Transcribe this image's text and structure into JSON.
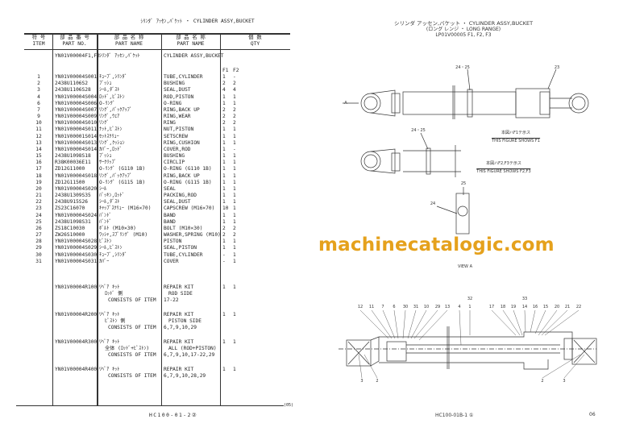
{
  "left_page": {
    "title": "ｼﾘﾝﾀﾞ ｱｯｾﾝ,ﾊﾞｹｯﾄ  ・  CYLINDER ASSY,BUCKET",
    "headers": {
      "item_jp": "符 号",
      "item": "ITEM",
      "partno_jp": "部 品 番 号",
      "partno": "PART NO.",
      "name_jp_jp": "部 品 名 称",
      "name_jp": "PART NAME",
      "name_en_jp": "部 品 名 称",
      "name_en": "PART NAME",
      "qty_jp": "個 数",
      "qty": "QTY"
    },
    "assembly": {
      "part_no": "YN01V00004F1,F2",
      "name_jp": "ｼﾘﾝﾀﾞ ｱｯｾﾝ,ﾊﾞｹｯﾄ",
      "name_en": "CYLINDER ASSY,BUCKET"
    },
    "qty_cols": [
      "F1",
      "F2"
    ],
    "rows": [
      [
        "1",
        "YN01V00004S001",
        "ﾁｭｰﾌﾞ,ｼﾘﾝﾀﾞ",
        "TUBE,CYLINDER",
        "1",
        "-"
      ],
      [
        "2",
        "2438U1106S2",
        "ﾌﾞｯｼｭ",
        "BUSHING",
        "2",
        "2"
      ],
      [
        "3",
        "2438U1106S28",
        "ｼｰﾙ,ﾀﾞｽﾄ",
        "SEAL,DUST",
        "4",
        "4"
      ],
      [
        "4",
        "YN01V00004S004",
        "ﾛｯﾄﾞ,ﾋﾟｽﾄﾝ",
        "ROD,PISTON",
        "1",
        "1"
      ],
      [
        "6",
        "YN01V00004S006",
        "O-ﾘﾝｸﾞ",
        "O-RING",
        "1",
        "1"
      ],
      [
        "7",
        "YN01V00004S007",
        "ﾘﾝｸﾞ,ﾊﾞｯｸｱｯﾌﾟ",
        "RING,BACK UP",
        "2",
        "2"
      ],
      [
        "9",
        "YN01V00004S009",
        "ﾘﾝｸﾞ,ｳｪｱ",
        "RING,WEAR",
        "2",
        "2"
      ],
      [
        "10",
        "YN01V00004S010",
        "ﾘﾝｸﾞ",
        "RING",
        "2",
        "2"
      ],
      [
        "11",
        "YN01V00004S011",
        "ﾅｯﾄ,ﾋﾟｽﾄﾝ",
        "NUT,PISTON",
        "1",
        "1"
      ],
      [
        "12",
        "YN01V00001S014",
        "ｾｯﾄｽｸﾘｭｰ",
        "SETSCREW",
        "1",
        "1"
      ],
      [
        "13",
        "YN01V00004S013",
        "ﾘﾝｸﾞ,ｸｯｼｮﾝ",
        "RING,CUSHION",
        "1",
        "1"
      ],
      [
        "14",
        "YN01V00004S014",
        "ｶﾊﾞｰ,ﾛｯﾄﾞ",
        "COVER,ROD",
        "1",
        "-"
      ],
      [
        "15",
        "2438U1098S18",
        "ﾌﾞｯｼｭ",
        "BUSHING",
        "1",
        "1"
      ],
      [
        "16",
        "R38K00036E11",
        "ｻｰｸﾘｯﾌﾟ",
        "CIRCLIP",
        "1",
        "1"
      ],
      [
        "17",
        "ZD12G11000",
        "O-ﾘﾝｸﾞ (G110 1B)",
        "O-RING (G110 1B)",
        "1",
        "1"
      ],
      [
        "18",
        "YN01V00004S018",
        "ﾘﾝｸﾞ,ﾊﾞｯｸｱｯﾌﾟ",
        "RING,BACK UP",
        "1",
        "1"
      ],
      [
        "19",
        "ZD12G11500",
        "O-ﾘﾝｸﾞ (G115 1B)",
        "O-RING (G115 1B)",
        "1",
        "1"
      ],
      [
        "20",
        "YN01V00004S020",
        "ｼｰﾙ",
        "SEAL",
        "1",
        "1"
      ],
      [
        "21",
        "2438U1309S35",
        "ﾊﾟｯｷﾝ,ﾛｯﾄﾞ",
        "PACKING,ROD",
        "1",
        "1"
      ],
      [
        "22",
        "2438U915S26",
        "ｼｰﾙ,ﾀﾞｽﾄ",
        "SEAL,DUST",
        "1",
        "1"
      ],
      [
        "23",
        "ZS23C16070",
        "ｷｬｯﾌﾟｽｸﾘｭｰ (M16×70)",
        "CAPSCREW (M16×70)",
        "10",
        "1"
      ],
      [
        "24",
        "YN01V00004S024",
        "ﾊﾞﾝﾄﾞ",
        "BAND",
        "1",
        "1"
      ],
      [
        "25",
        "2438U1098S31",
        "ﾊﾞﾝﾄﾞ",
        "BAND",
        "1",
        "1"
      ],
      [
        "26",
        "ZS18C10030",
        "ﾎﾞﾙﾄ (M10×30)",
        "BOLT (M10×30)",
        "2",
        "2"
      ],
      [
        "27",
        "ZW26S10000",
        "ﾜｯｼｬ,ｽﾌﾟﾘﾝｸﾞ (M10)",
        "WASHER,SPRING (M10)",
        "2",
        "2"
      ],
      [
        "28",
        "YN01V00004S028",
        "ﾋﾟｽﾄﾝ",
        "PISTON",
        "1",
        "1"
      ],
      [
        "29",
        "YN01V00004S029",
        "ｼｰﾙ,ﾋﾟｽﾄﾝ",
        "SEAL,PISTON",
        "1",
        "1"
      ],
      [
        "30",
        "YN01V00004S030",
        "ﾁｭｰﾌﾞ,ｼﾘﾝﾀﾞ",
        "TUBE,CYLINDER",
        "-",
        "1"
      ],
      [
        "31",
        "YN01V00004S031",
        "ｶﾊﾞｰ",
        "COVER",
        "-",
        "1"
      ]
    ],
    "kits": [
      {
        "part_no": "YN01V00004R100",
        "jp": [
          "ﾘﾍﾟｱ ｷｯﾄ",
          "ﾛｯﾄﾞ 側"
        ],
        "en": [
          "REPAIR KIT",
          "ROD SIDE"
        ],
        "consists_label": "CONSISTS OF ITEM",
        "items": "17-22",
        "f1": "1",
        "f2": "1"
      },
      {
        "part_no": "YN01V00004R200",
        "jp": [
          "ﾘﾍﾟｱ ｷｯﾄ",
          "ﾋﾟｽﾄﾝ 側"
        ],
        "en": [
          "REPAIR KIT",
          "PISTON SIDE"
        ],
        "consists_label": "CONSISTS OF ITEM",
        "items": "6,7,9,10,29",
        "f1": "1",
        "f2": "1"
      },
      {
        "part_no": "YN01V00004R300",
        "jp": [
          "ﾘﾍﾟｱ ｷｯﾄ",
          "全体 (ﾛｯﾄﾞ+ﾋﾟｽﾄﾝ)"
        ],
        "en": [
          "REPAIR KIT",
          "ALL (ROD+PISTON)"
        ],
        "consists_label": "CONSISTS OF ITEM",
        "items": "6,7,9,10,17-22,29",
        "f1": "1",
        "f2": "1"
      },
      {
        "part_no": "YN01V00004R400",
        "jp": [
          "ﾘﾍﾟｱ ｷｯﾄ"
        ],
        "en": [
          "REPAIR KIT"
        ],
        "consists_label": "CONSISTS OF ITEM",
        "items": "6,7,9,10,28,29",
        "f1": "1",
        "f2": "1"
      }
    ],
    "footer": "HC100-01-2②",
    "page_marker": "(05)"
  },
  "right_page": {
    "title_1": "シリンダ アッセン,バケット  ・  CYLINDER ASSY,BUCKET",
    "title_2": "(ロング レンジ ・ LONG RANGE)",
    "title_3": "LP01V00005 F1, F2, F3",
    "note_f1_jp": "本図ハF1テ示ス",
    "note_f1": "THIS FIGURE SHOWS   F1",
    "note_f23_jp": "本図ハF2,F3テ示ス",
    "note_f23": "THIS FIGURE SHOWS   F2,F3",
    "callout_24_25": "24・25",
    "callout_23": "23",
    "arrow_a": "A",
    "callout_24": "24",
    "callout_25": "25",
    "view_label": "VIEW   A",
    "section_labels": [
      "12",
      "11",
      "7",
      "6",
      "30",
      "31",
      "10",
      "29",
      "13",
      "4",
      "1",
      "17",
      "18",
      "19",
      "14",
      "16",
      "15",
      "20",
      "21",
      "22"
    ],
    "section_labels_top": [
      "32",
      "33"
    ],
    "bottom_labels": [
      "3",
      "2",
      "2",
      "3"
    ],
    "footer": "HC100-01B-1 ①",
    "page_number": "06"
  },
  "watermark": "machinecatalogic.com",
  "colors": {
    "watermark": "#e5a11c",
    "ink": "#222222"
  }
}
